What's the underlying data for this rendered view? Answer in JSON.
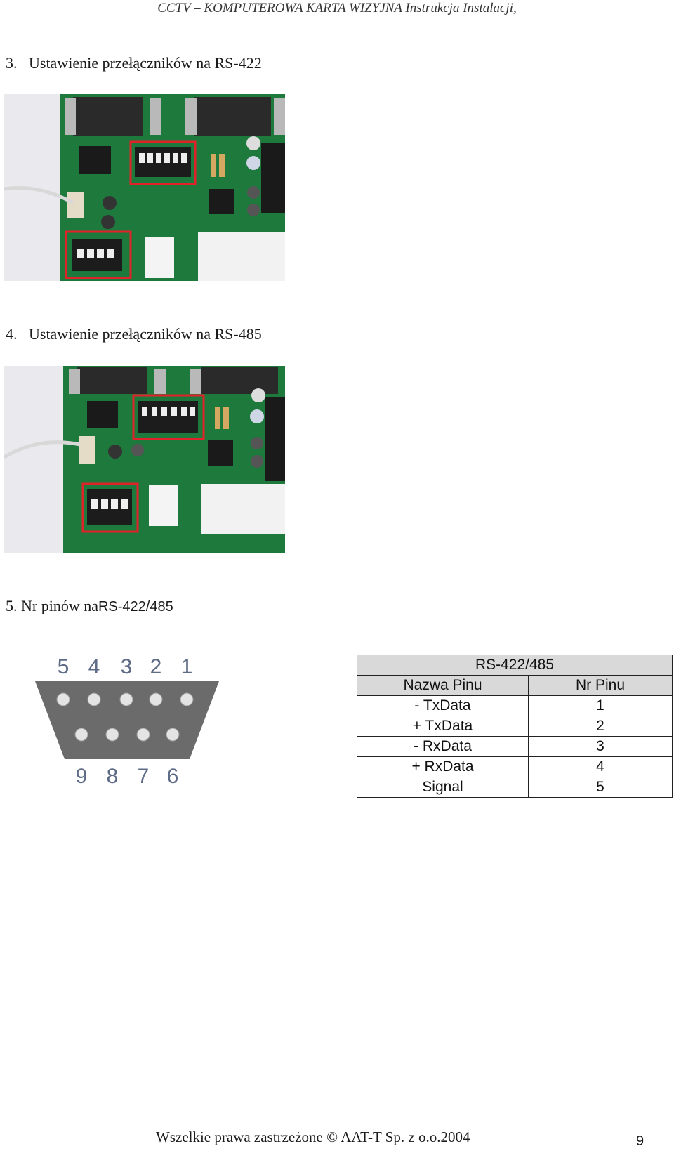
{
  "header": {
    "text": "CCTV – KOMPUTEROWA KARTA WIZYJNA Instrukcja Instalacji,"
  },
  "sections": {
    "s3": {
      "number": "3.",
      "title": "Ustawienie przełączników na RS-422"
    },
    "s4": {
      "number": "4.",
      "title": "Ustawienie przełączników na RS-485"
    },
    "s5": {
      "prefix": "5. Nr pinów na",
      "suffix": "RS-422/485"
    }
  },
  "connector": {
    "top_pins": [
      "5",
      "4",
      "3",
      "2",
      "1"
    ],
    "bottom_pins": [
      "9",
      "8",
      "7",
      "6"
    ]
  },
  "table": {
    "title": "RS-422/485",
    "headers": [
      "Nazwa Pinu",
      "Nr Pinu"
    ],
    "rows": [
      [
        "- TxData",
        "1"
      ],
      [
        "+ TxData",
        "2"
      ],
      [
        "- RxData",
        "3"
      ],
      [
        "+ RxData",
        "4"
      ],
      [
        "Signal",
        "5"
      ]
    ]
  },
  "footer": {
    "text": "Wszelkie prawa zastrzeżone © AAT-T Sp. z o.o.2004"
  },
  "page_number": "9",
  "colors": {
    "pcb": "#1e7a3c",
    "highlight": "#e0222a",
    "table_shade": "#d9d9d9",
    "connector": "#6b6b6b"
  }
}
